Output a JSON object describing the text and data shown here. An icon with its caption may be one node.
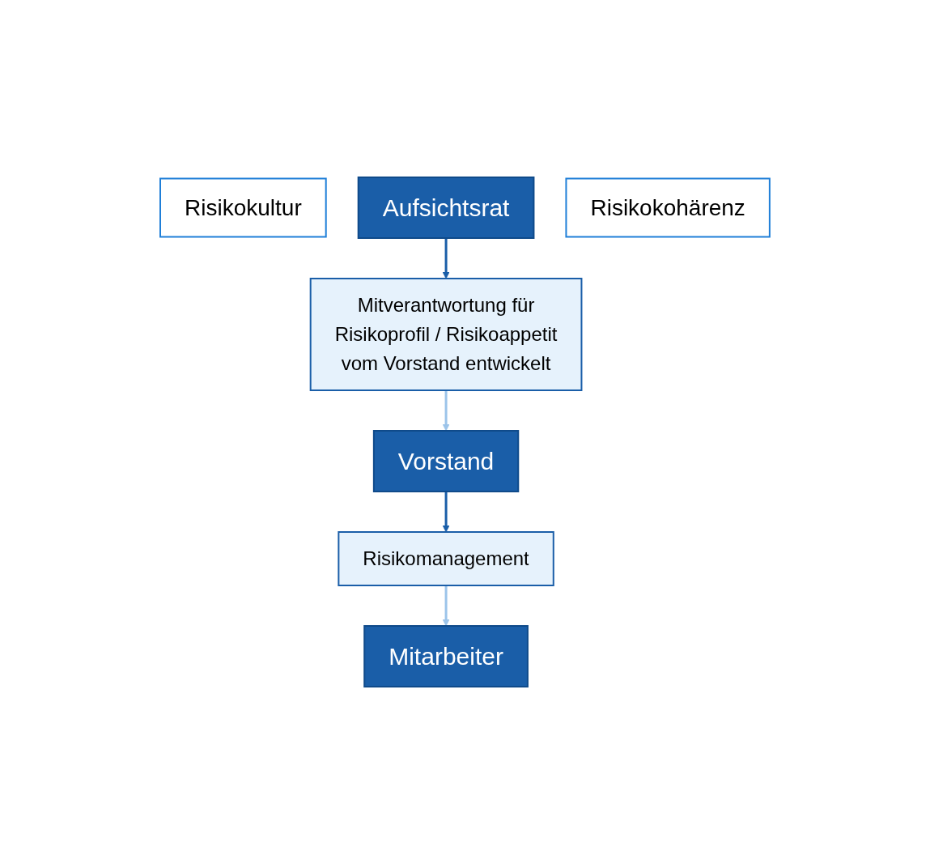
{
  "diagram": {
    "nodes": [
      {
        "text": [
          "Aufsichtsrat"
        ]
      },
      {
        "text": [
          "Mitverantwortung für",
          "Risikoprofil / Risikoappetit",
          "vom Vorstand entwickelt"
        ]
      },
      {
        "text": [
          "Vorstand"
        ]
      },
      {
        "text": [
          "Risikomanagement"
        ]
      },
      {
        "text": [
          "Mitarbeiter"
        ]
      },
      {
        "text": [
          "Risikokultur"
        ]
      },
      {
        "text": [
          "Risikokohärenz"
        ]
      }
    ],
    "edges": [
      {
        "from": 0,
        "to": 1,
        "arrow": "to",
        "color": "#1a5ea8"
      },
      {
        "from": 1,
        "to": 2,
        "arrow": "to",
        "color": "#9cc4ea"
      },
      {
        "from": 2,
        "to": 3,
        "arrow": "to",
        "color": "#1a5ea8"
      },
      {
        "from": 3,
        "to": 4,
        "arrow": "to",
        "color": "#9cc4ea"
      }
    ]
  }
}
